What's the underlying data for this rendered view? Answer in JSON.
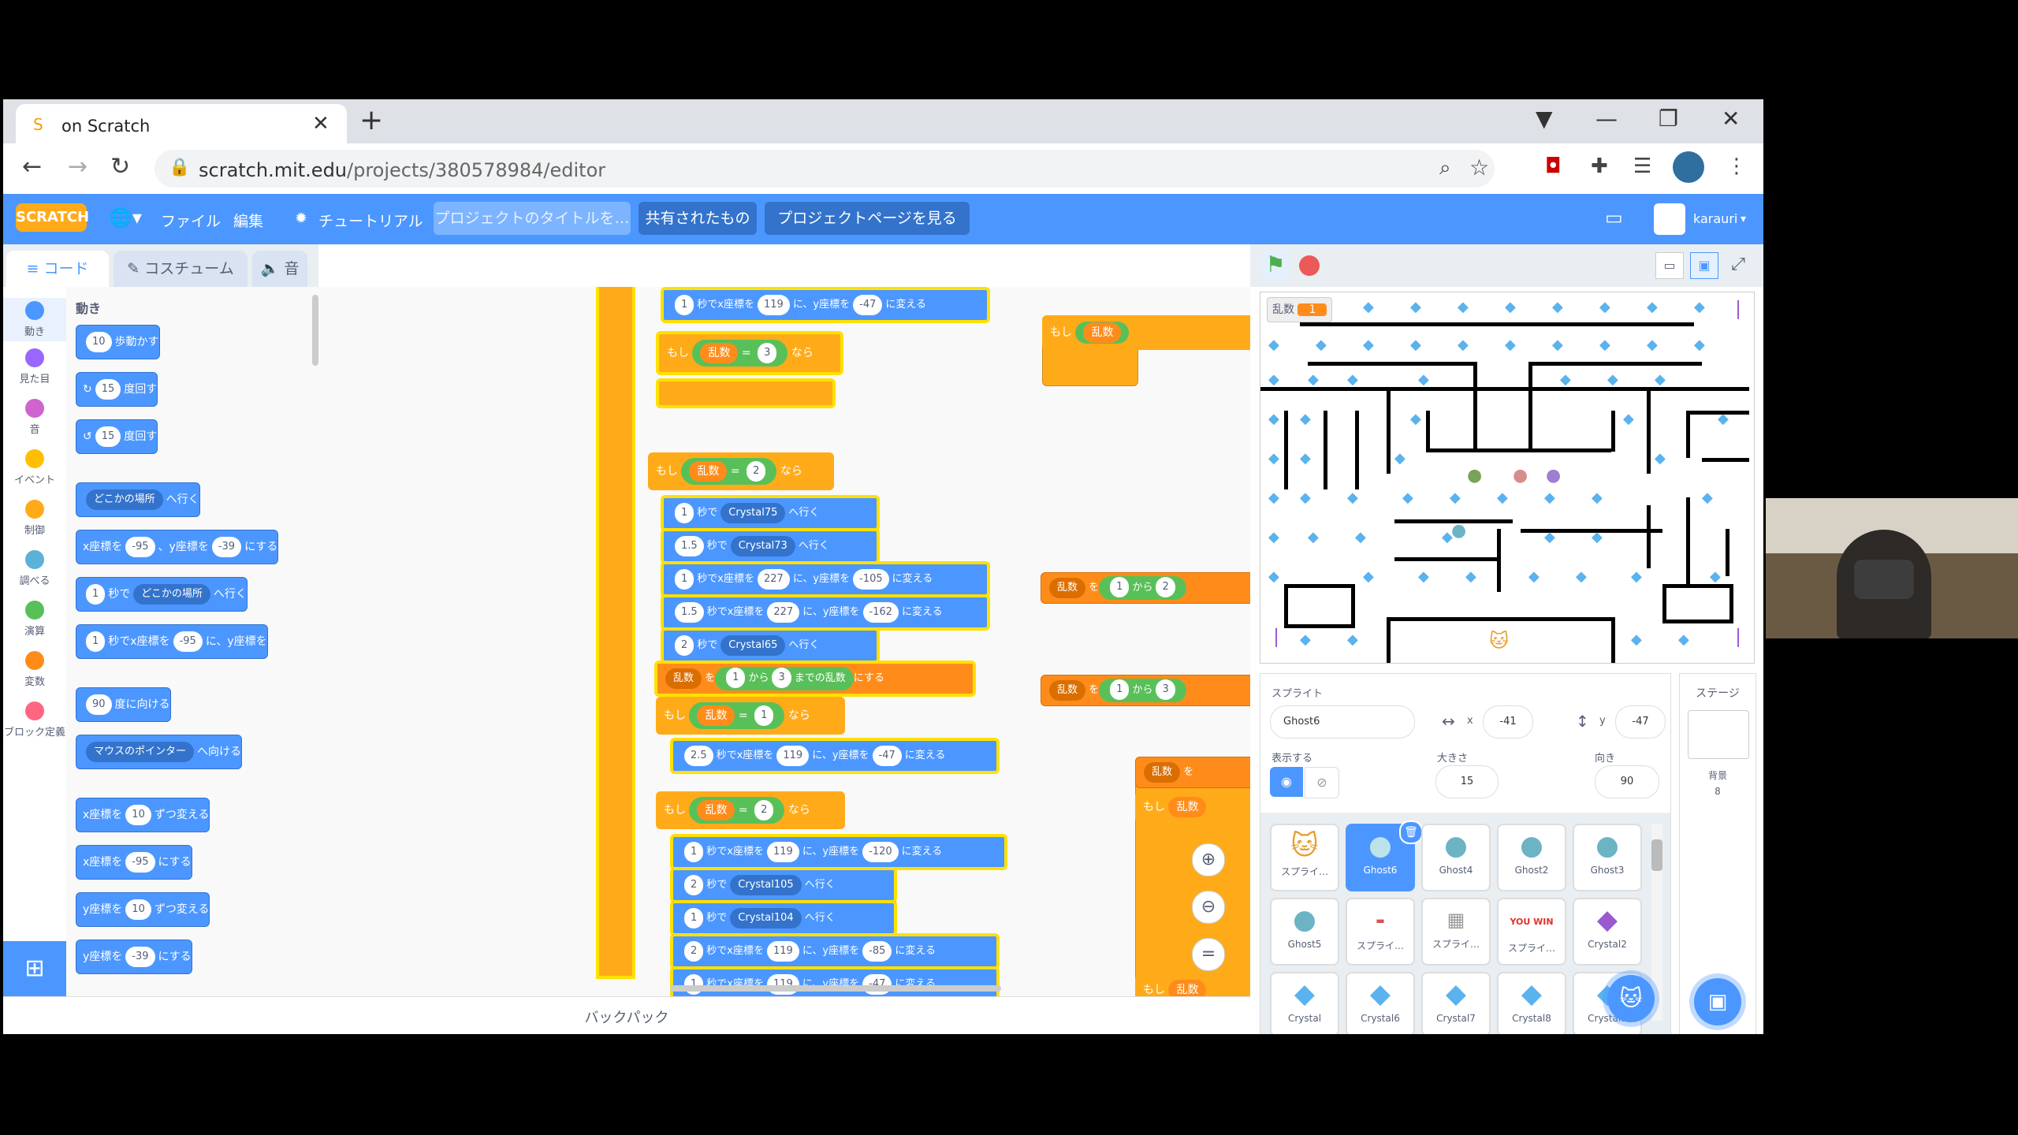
{
  "browser": {
    "tab_title": "on Scratch",
    "url_host": "scratch.mit.edu",
    "url_path": "/projects/380578984/editor"
  },
  "menu": {
    "logo": "SCRATCH",
    "file": "ファイル",
    "edit": "編集",
    "tutorial": "チュートリアル",
    "title_placeholder": "プロジェクトのタイトルを…",
    "shared": "共有されたもの",
    "project_page": "プロジェクトページを見る",
    "user": "karauri"
  },
  "tabs": {
    "code": "コード",
    "costume": "コスチューム",
    "sound": "音"
  },
  "categories": [
    "動き",
    "見た目",
    "音",
    "イベント",
    "制御",
    "調べる",
    "演算",
    "変数",
    "ブロック定義"
  ],
  "palette": {
    "header": "動き",
    "move": {
      "val": "10",
      "txt": "歩動かす"
    },
    "turn_r": {
      "val": "15",
      "txt": "度回す"
    },
    "turn_l": {
      "val": "15",
      "txt": "度回す"
    },
    "goto": {
      "dd": "どこかの場所",
      "txt": "へ行く"
    },
    "gotoxy": {
      "t1": "x座標を",
      "x": "-95",
      "t2": "、y座標を",
      "y": "-39",
      "t3": "にする"
    },
    "glide_to": {
      "sec": "1",
      "t1": "秒で",
      "dd": "どこかの場所",
      "t2": "へ行く"
    },
    "glide_xy": {
      "sec": "1",
      "t1": "秒でx座標を",
      "x": "-95",
      "t2": "に、y座標を"
    },
    "point_dir": {
      "val": "90",
      "txt": "度に向ける"
    },
    "point_towards": {
      "dd": "マウスのポインター",
      "txt": "へ向ける"
    },
    "change_x": {
      "t1": "x座標を",
      "val": "10",
      "t2": "ずつ変える"
    },
    "set_x": {
      "t1": "x座標を",
      "val": "-95",
      "t2": "にする"
    },
    "change_y": {
      "t1": "y座標を",
      "val": "10",
      "t2": "ずつ変える"
    },
    "set_y": {
      "t1": "y座標を",
      "val": "-39",
      "t2": "にする"
    }
  },
  "code": {
    "if": "もし",
    "then": "なら",
    "var": "乱数",
    "eq": "=",
    "sec_glide": "秒でx座標を",
    "to_y": "に、y座標を",
    "change": "に変える",
    "sec": "秒で",
    "go": "へ行く",
    "set_to": "を",
    "from": "から",
    "until": "までの乱数",
    "make": "にする",
    "b1": {
      "s": "1",
      "x": "119",
      "y": "-47"
    },
    "if1": "3",
    "if2": "2",
    "b2": {
      "s": "1",
      "c": "Crystal75"
    },
    "b3": {
      "s": "1.5",
      "c": "Crystal73"
    },
    "b4": {
      "s": "1",
      "x": "227",
      "y": "-105"
    },
    "b5": {
      "s": "1.5",
      "x": "227",
      "y": "-162"
    },
    "b6": {
      "s": "2",
      "c": "Crystal65"
    },
    "b7": {
      "a": "1",
      "b": "3"
    },
    "if3": "1",
    "b8": {
      "s": "2.5",
      "x": "119",
      "y": "-47"
    },
    "if4": "2",
    "b9": {
      "s": "1",
      "x": "119",
      "y": "-120"
    },
    "b10": {
      "s": "2",
      "c": "Crystal105"
    },
    "b11": {
      "s": "1",
      "c": "Crystal104"
    },
    "b12": {
      "s": "2",
      "x": "119",
      "y": "-85"
    },
    "b13": {
      "s": "1",
      "x": "119",
      "y": "-47"
    },
    "r1": {
      "a": "1",
      "b": "2"
    },
    "r2": {
      "a": "1",
      "b": "3"
    }
  },
  "backpack": "バックパック",
  "stage": {
    "var_label": "乱数",
    "var_value": "1"
  },
  "sprite_info": {
    "label": "スプライト",
    "name": "Ghost6",
    "x_label": "x",
    "x": "-41",
    "y_label": "y",
    "y": "-47",
    "show": "表示する",
    "size_label": "大きさ",
    "size": "15",
    "dir_label": "向き",
    "dir": "90"
  },
  "stage_pane": {
    "label": "ステージ",
    "bg_label": "背景",
    "bg_count": "8"
  },
  "sprites": [
    "スプライ…",
    "Ghost6",
    "Ghost4",
    "Ghost2",
    "Ghost3",
    "Ghost5",
    "スプライ…",
    "スプライ…",
    "スプライ…",
    "Crystal2",
    "Crystal",
    "Crystal6",
    "Crystal7",
    "Crystal8",
    "Crystal9"
  ],
  "sprite_thumb_texts": {
    "youwin": "YOU WIN"
  }
}
